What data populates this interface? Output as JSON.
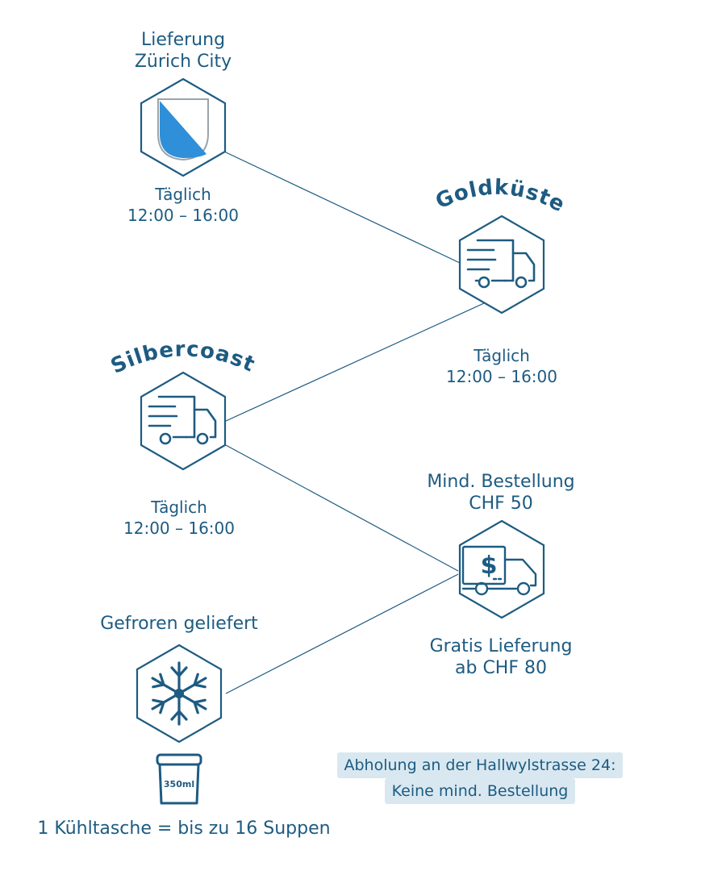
{
  "zurich": {
    "title_line1": "Lieferung",
    "title_line2": "Zürich City",
    "schedule_line1": "Täglich",
    "schedule_line2": "12:00 – 16:00"
  },
  "goldkueste": {
    "title": "Goldküste",
    "schedule_line1": "Täglich",
    "schedule_line2": "12:00 – 16:00"
  },
  "silbercoast": {
    "title": "Silbercoast",
    "schedule_line1": "Täglich",
    "schedule_line2": "12:00 – 16:00"
  },
  "minimum_order": {
    "line1": "Mind. Bestellung",
    "line2": "CHF 50",
    "free_line1": "Gratis Lieferung",
    "free_line2": "ab CHF 80"
  },
  "frozen": {
    "title": "Gefroren geliefert",
    "cup_label": "350ml",
    "cooler_note": "1 Kühltasche = bis zu 16 Suppen"
  },
  "pickup": {
    "line1": "Abholung an der Hallwylstrasse 24:",
    "line2": "Keine mind. Bestellung"
  },
  "colors": {
    "primary": "#1d5b82",
    "shield_blue": "#2f8fd8",
    "note_bg": "#d9e8f0"
  },
  "icons": [
    "zurich-coat-of-arms-icon",
    "delivery-truck-icon",
    "delivery-truck-icon",
    "paid-delivery-truck-icon",
    "snowflake-icon",
    "soup-cup-icon"
  ]
}
